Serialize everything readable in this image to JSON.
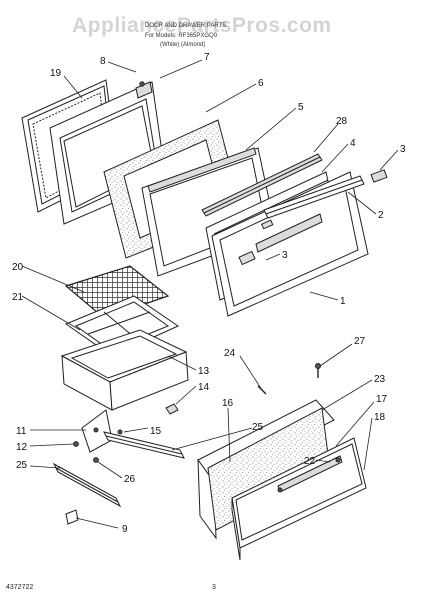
{
  "watermark": "AppliancePartsPros.com",
  "header": {
    "line1": "DOOR AND DRAWER PARTS",
    "line2": "For Models: RF365PXGQ0",
    "line3": "(White)   (Almond)"
  },
  "footer": {
    "doc_number": "4372722",
    "page_number": "3"
  },
  "callouts": [
    "1",
    "2",
    "3",
    "3",
    "4",
    "5",
    "6",
    "7",
    "8",
    "9",
    "11",
    "12",
    "13",
    "14",
    "15",
    "16",
    "17",
    "18",
    "19",
    "20",
    "21",
    "22",
    "23",
    "24",
    "25",
    "25",
    "26",
    "27",
    "28"
  ],
  "colors": {
    "line": "#222222",
    "speckle": "#8a8a8a",
    "watermark": "#d4d4d4"
  }
}
